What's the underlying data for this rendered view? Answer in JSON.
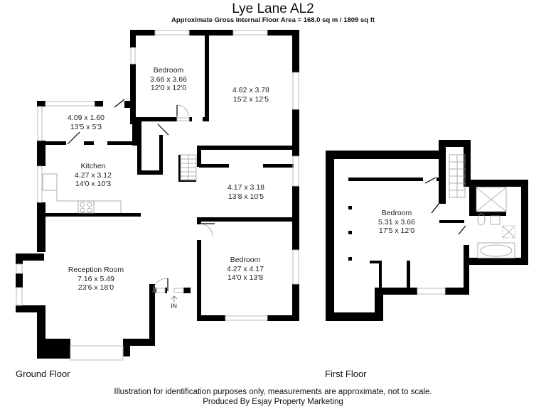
{
  "header": {
    "title": "Lye Lane AL2",
    "subtitle": "Approximate Gross Internal Floor Area = 168.0 sq m / 1809 sq ft"
  },
  "ground_floor": {
    "label": "Ground Floor",
    "entrance_label": "IN",
    "rooms": [
      {
        "name": "Bedroom",
        "metric": "3.66 x 3.66",
        "imperial": "12'0 x 12'0"
      },
      {
        "name": "",
        "metric": "4.62 x 3.78",
        "imperial": "15'2 x 12'5"
      },
      {
        "name": "",
        "metric": "4.09 x 1.60",
        "imperial": "13'5 x 5'3"
      },
      {
        "name": "Kitchen",
        "metric": "4.27 x 3.12",
        "imperial": "14'0 x 10'3"
      },
      {
        "name": "",
        "metric": "4.17 x 3.18",
        "imperial": "13'8 x 10'5"
      },
      {
        "name": "Reception Room",
        "metric": "7.16 x 5.49",
        "imperial": "23'6 x 18'0"
      },
      {
        "name": "Bedroom",
        "metric": "4.27 x 4.17",
        "imperial": "14'0 x 13'8"
      }
    ]
  },
  "first_floor": {
    "label": "First Floor",
    "rooms": [
      {
        "name": "Bedroom",
        "metric": "5.31 x 3.66",
        "imperial": "17'5 x 12'0"
      }
    ]
  },
  "footer": {
    "disclaimer": "Illustration for identification purposes only, measurements are approximate, not to scale.",
    "credit": "Produced By Esjay Property Marketing"
  },
  "colors": {
    "wall": "#000000",
    "window": "#cccccc",
    "background": "#ffffff"
  }
}
